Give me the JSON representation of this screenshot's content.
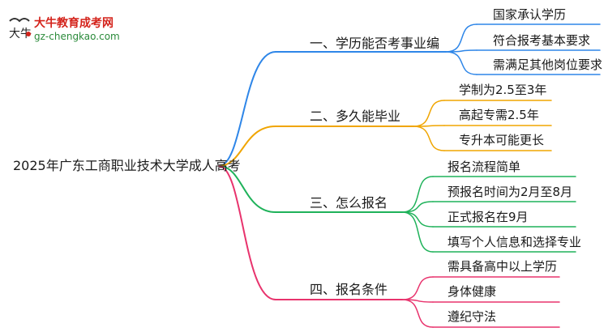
{
  "logo": {
    "title": "大牛教育成考网",
    "subtitle": "gz-chengkao.com",
    "mark_text": "大牛"
  },
  "mindmap": {
    "root": "2025年广东工商职业技术大学成人高考",
    "branches": [
      {
        "label": "一、学历能否考事业编",
        "color": "#2e86e8",
        "leaves": [
          "国家承认学历",
          "符合报考基本要求",
          "需满足其他岗位要求"
        ]
      },
      {
        "label": "二、多久能毕业",
        "color": "#f0a500",
        "leaves": [
          "学制为2.5至3年",
          "高起专需2.5年",
          "专升本可能更长"
        ]
      },
      {
        "label": "三、怎么报名",
        "color": "#1fb25a",
        "leaves": [
          "报名流程简单",
          "预报名时间为2月至8月",
          "正式报名在9月",
          "填写个人信息和选择专业"
        ]
      },
      {
        "label": "四、报名条件",
        "color": "#e8336d",
        "leaves": [
          "需具备高中以上学历",
          "身体健康",
          "遵纪守法"
        ]
      }
    ]
  }
}
